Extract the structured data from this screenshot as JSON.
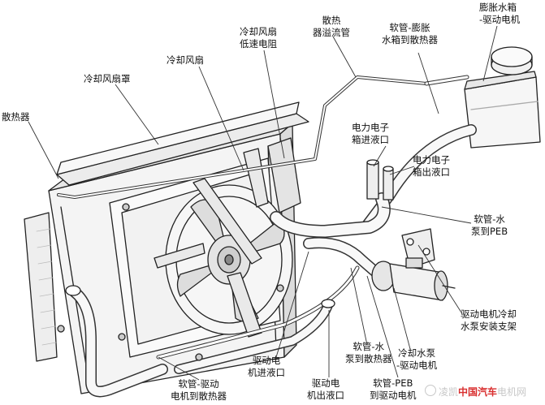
{
  "labels": {
    "expansion_tank_motor": "膨胀水箱\n-驱动电机",
    "radiator_overflow": "散热\n器溢流管",
    "hose_expansion_to_radiator": "软管-膨胀\n水箱到散热器",
    "fan_low_speed_resistor": "冷却风扇\n低速电阻",
    "cooling_fan": "冷却风扇",
    "fan_shroud": "冷却风扇罩",
    "radiator": "散热器",
    "peb_inlet": "电力电子\n箱进液口",
    "peb_outlet": "电力电子\n箱出液口",
    "hose_pump_to_peb": "软管-水\n泵到PEB",
    "pump_bracket": "驱动电机冷却\n水泵安装支架",
    "coolant_pump_motor": "冷却水泵\n-驱动电机",
    "hose_pump_to_radiator": "软管-水\n泵到散热器",
    "motor_inlet": "驱动电\n机进液口",
    "motor_outlet": "驱动电\n机出液口",
    "hose_peb_to_motor": "软管-PEB\n到驱动电机",
    "hose_motor_to_radiator": "软管-驱动\n电机到散热器"
  },
  "watermark": {
    "prefix": "凌凯",
    "brand": "中国汽车",
    "suffix": "电机网"
  }
}
